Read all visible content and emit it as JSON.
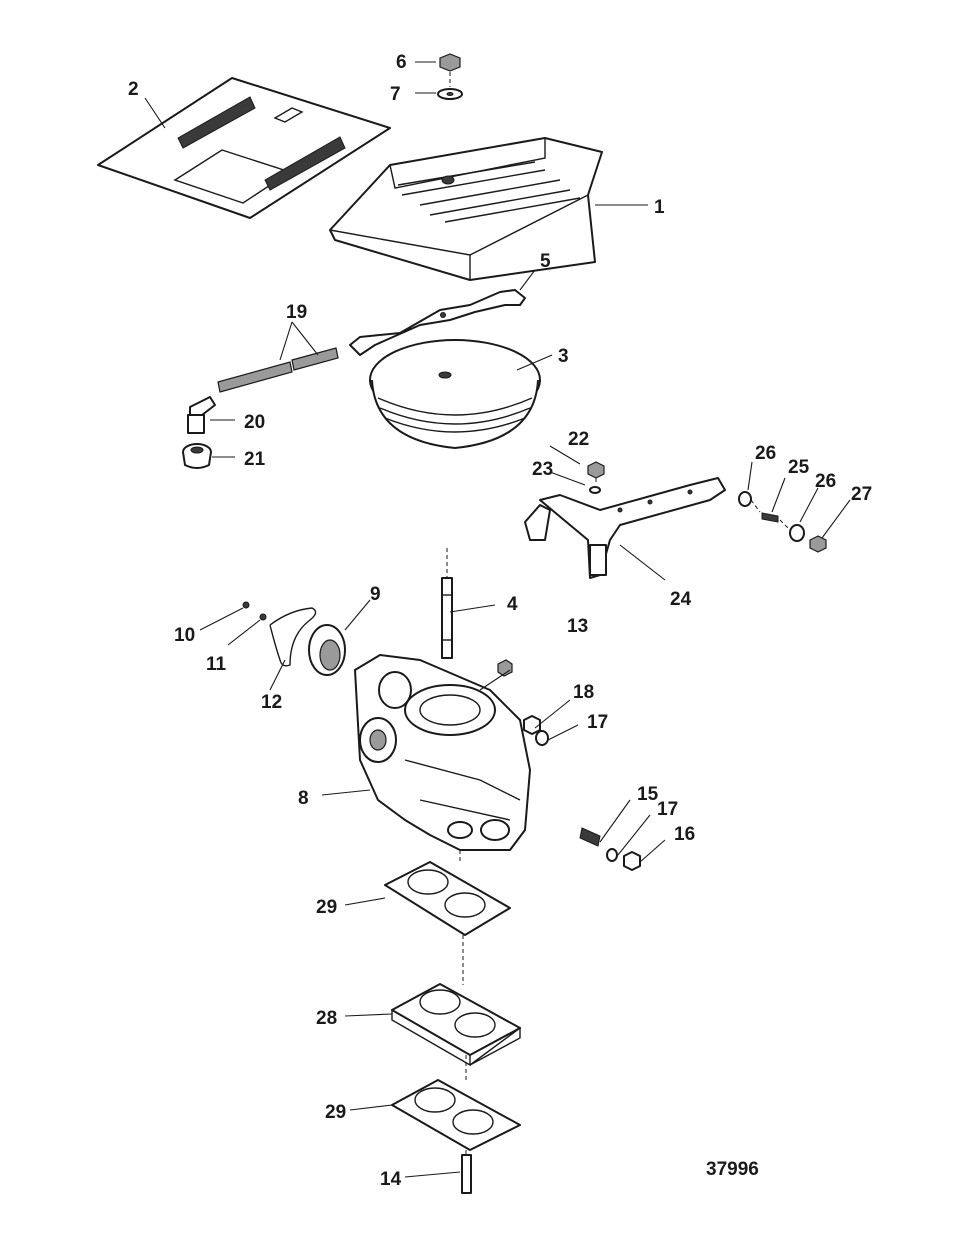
{
  "callouts": {
    "c1": "1",
    "c2": "2",
    "c3": "3",
    "c4": "4",
    "c5": "5",
    "c6": "6",
    "c7": "7",
    "c8": "8",
    "c9": "9",
    "c10": "10",
    "c11": "11",
    "c12": "12",
    "c13": "13",
    "c14": "14",
    "c15": "15",
    "c16": "16",
    "c17a": "17",
    "c17b": "17",
    "c18": "18",
    "c19": "19",
    "c20": "20",
    "c21": "21",
    "c22": "22",
    "c23": "23",
    "c24": "24",
    "c25": "25",
    "c26a": "26",
    "c26b": "26",
    "c27": "27",
    "c28": "28",
    "c29a": "29",
    "c29b": "29"
  },
  "figure_id": "37996",
  "colors": {
    "line": "#1a1a1a",
    "background": "#ffffff",
    "shade": "#3a3a3a"
  }
}
